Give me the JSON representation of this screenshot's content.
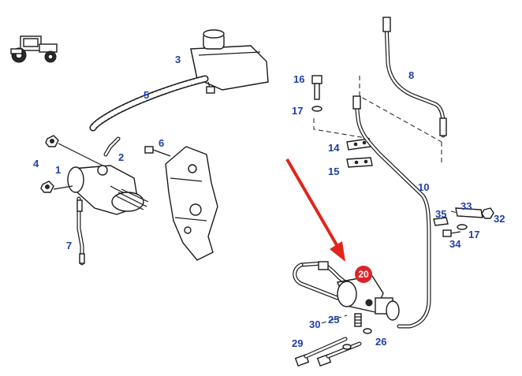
{
  "callouts": {
    "c1": "1",
    "c2": "2",
    "c3": "3",
    "c4": "4",
    "c5": "5",
    "c6": "6",
    "c7": "7",
    "c8": "8",
    "c10": "10",
    "c14": "14",
    "c15": "15",
    "c16": "16",
    "c17a": "17",
    "c17b": "17",
    "c20": "20",
    "c25": "25",
    "c26": "26",
    "c29": "29",
    "c30": "30",
    "c32": "32",
    "c33": "33",
    "c34": "34",
    "c35": "35"
  },
  "colors": {
    "callout": "#1f3fa6",
    "highlight_arrow": "#e0261b",
    "highlight_badge": "#d9252a"
  },
  "icons": {
    "tractor": "tractor-icon",
    "highlight_arrow": "red-arrow-icon"
  }
}
